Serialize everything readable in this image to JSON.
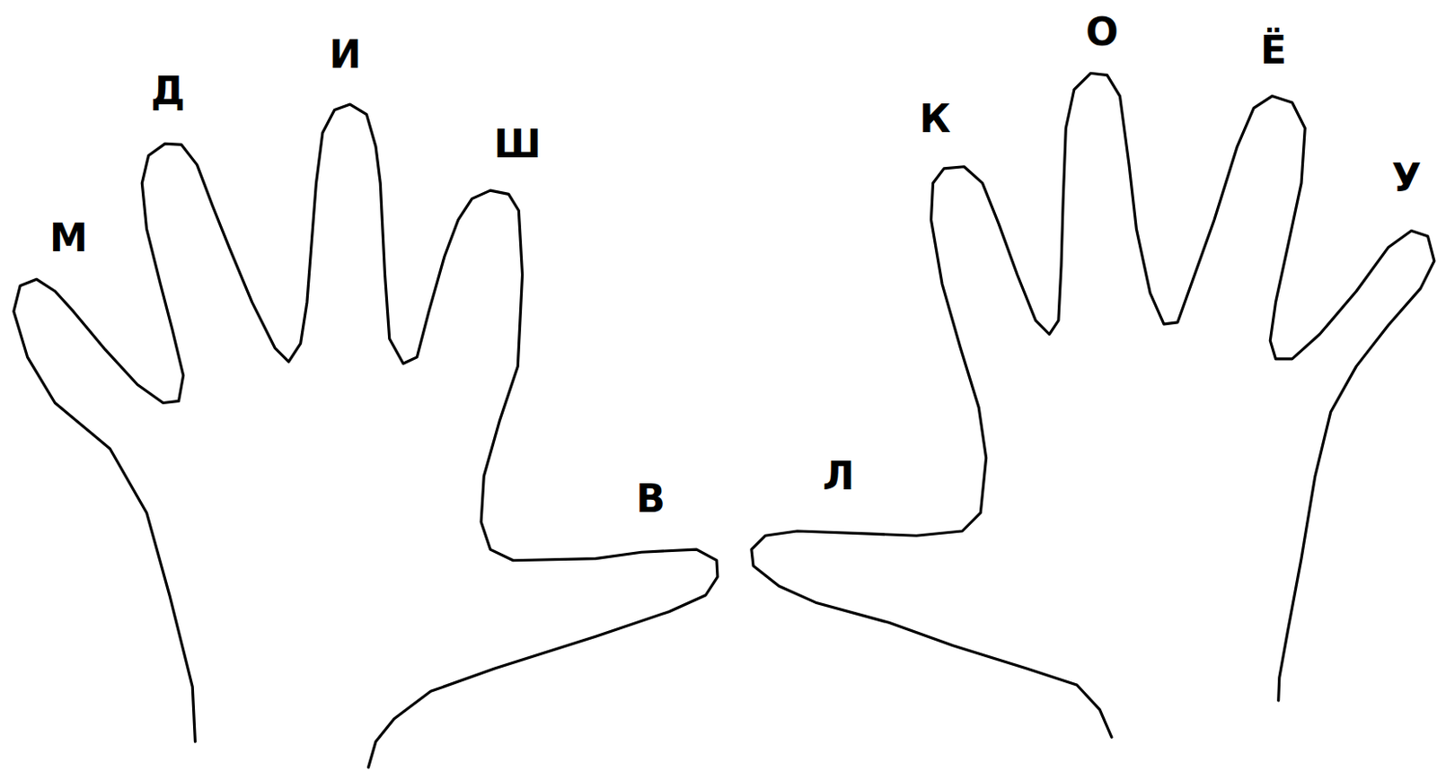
{
  "diagram": {
    "labels": [
      "М",
      "Д",
      "И",
      "Ш",
      "В",
      "Л",
      "К",
      "О",
      "Ё",
      "У"
    ]
  }
}
